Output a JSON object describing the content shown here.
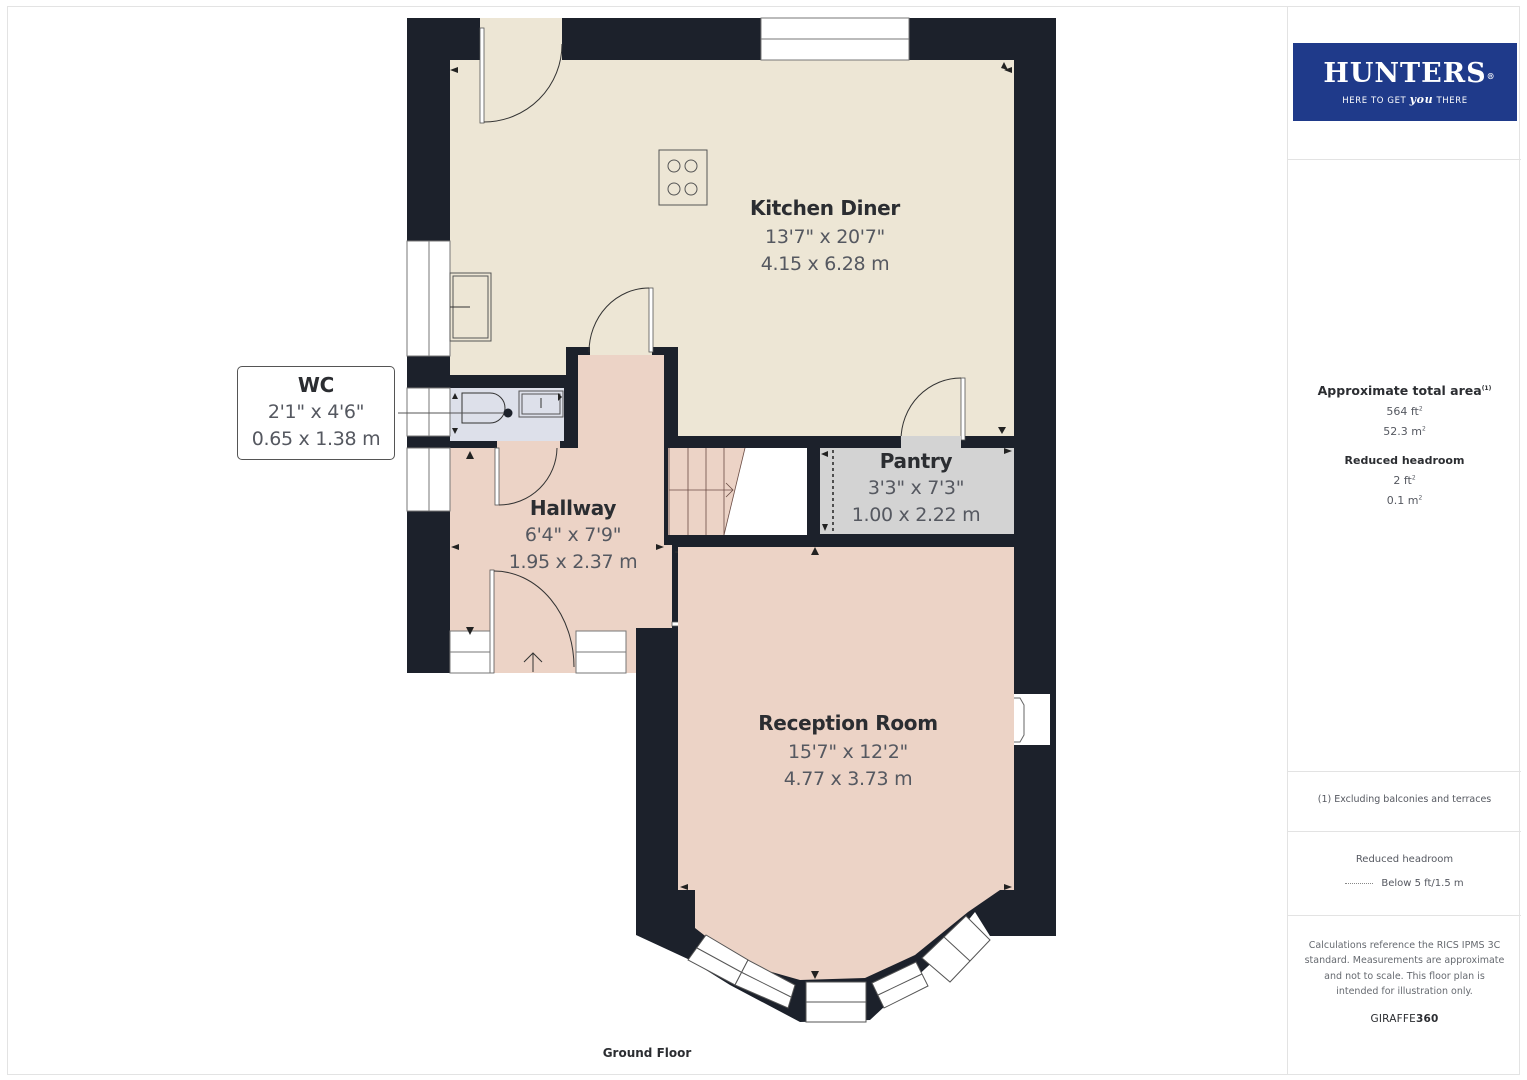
{
  "floor_plan": {
    "floor_label": "Ground Floor",
    "colors": {
      "wall": "#1c212b",
      "kitchen": "#ede6d5",
      "hall": "#ecd3c6",
      "wc": "#dde0ea",
      "pantry": "#d3d3d3",
      "window": "#ffffff"
    },
    "rooms": [
      {
        "name": "Kitchen Diner",
        "dim_imperial": "13'7\" x 20'7\"",
        "dim_metric": "4.15 x 6.28 m"
      },
      {
        "name": "Pantry",
        "dim_imperial": "3'3\" x 7'3\"",
        "dim_metric": "1.00 x 2.22 m"
      },
      {
        "name": "Hallway",
        "dim_imperial": "6'4\" x 7'9\"",
        "dim_metric": "1.95 x 2.37 m"
      },
      {
        "name": "Reception Room",
        "dim_imperial": "15'7\" x 12'2\"",
        "dim_metric": "4.77 x 3.73 m"
      }
    ],
    "wc_callout": {
      "name": "WC",
      "dim_imperial": "2'1\" x 4'6\"",
      "dim_metric": "0.65 x 1.38 m"
    },
    "icons": [
      "hob-icon",
      "sink-icon",
      "toilet-icon",
      "basin-icon",
      "stairs-icon",
      "entrance-arrow-icon",
      "fireplace-icon"
    ]
  },
  "sidebar": {
    "logo": {
      "brand": "HUNTERS",
      "registered": "®",
      "tagline_pre": "HERE TO GET ",
      "tagline_em": "you",
      "tagline_post": " THERE",
      "color": "#1f3a8a"
    },
    "area": {
      "title": "Approximate total area",
      "title_note": "(1)",
      "sqft": "564 ft",
      "sqm": "52.3 m",
      "sup": "2"
    },
    "reduced_headroom": {
      "title": "Reduced headroom",
      "sqft": "2 ft",
      "sqm": "0.1 m",
      "sup": "2"
    },
    "footnote": "(1) Excluding balconies and terraces",
    "legend": {
      "title": "Reduced headroom",
      "item": "Below 5 ft/1.5 m"
    },
    "disclaimer": "Calculations reference the RICS IPMS 3C standard. Measurements are approximate and not to scale. This floor plan is intended for illustration only.",
    "brand_light": "GIRAFFE",
    "brand_bold": "360"
  }
}
